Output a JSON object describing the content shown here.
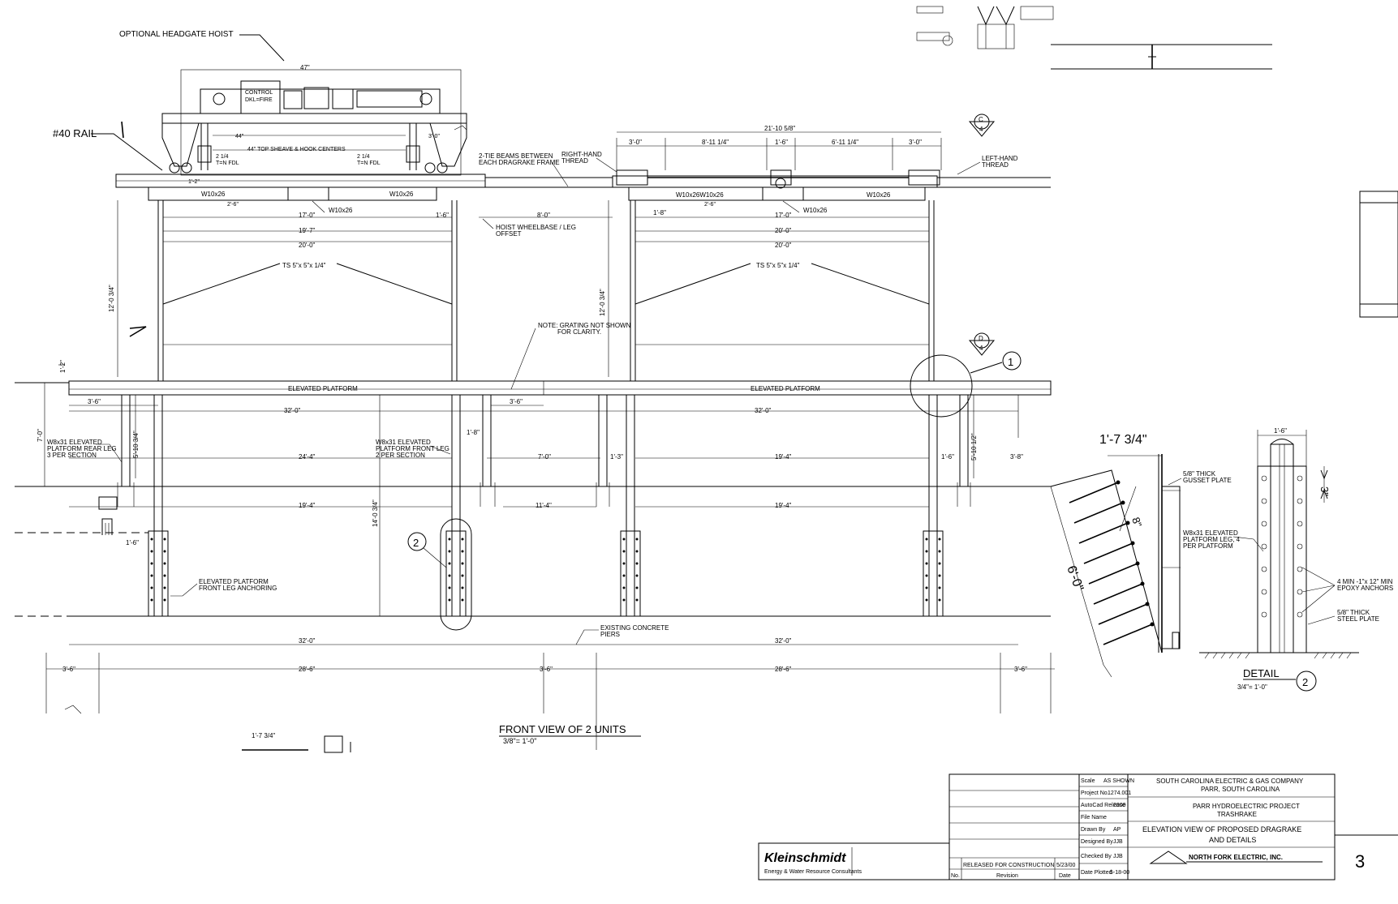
{
  "labels": {
    "optional_hoist": "OPTIONAL HEADGATE HOIST",
    "rail": "#40 RAIL",
    "control_panel_1": "CONTROL",
    "control_panel_2": "DKL=FIRE",
    "tie_beams_1": "2-TIE BEAMS BETWEEN",
    "tie_beams_2": "EACH DRAGRAKE FRAME",
    "right_hand_1": "RIGHT-HAND",
    "right_hand_2": "THREAD",
    "left_hand_1": "LEFT-HAND",
    "left_hand_2": "THREAD",
    "w10_a": "W10x26",
    "w10_b": "W10x26",
    "w10_c": "W10x26",
    "w10_d": "W10x26W10x26",
    "w10_e": "W10x26",
    "w10_f": "W10x26",
    "hoist_offset_1": "HOIST WHEELBASE / LEG",
    "hoist_offset_2": "OFFSET",
    "ts_left": "TS 5\"x 5\"x 1/4\"",
    "ts_right": "TS 5\"x 5\"x 1/4\"",
    "grating_1": "NOTE: GRATING NOT SHOWN",
    "grating_2": "FOR CLARITY.",
    "platform_left": "ELEVATED PLATFORM",
    "platform_right": "ELEVATED PLATFORM",
    "rear_leg_1": "W8x31 ELEVATED",
    "rear_leg_2": "PLATFORM REAR LEG",
    "rear_leg_3": "3 PER SECTION",
    "front_leg_1": "W8x31 ELEVATED",
    "front_leg_2": "PLATFORM FRONT LEG",
    "front_leg_3": "2 PER SECTION",
    "anchoring_1": "ELEVATED PLATFORM",
    "anchoring_2": "FRONT LEG ANCHORING",
    "piers_1": "EXISTING CONCRETE",
    "piers_2": "PIERS",
    "gusset_1": "5/8\" THICK",
    "gusset_2": "GUSSET PLATE",
    "leg_detail_1": "W8x31 ELEVATED",
    "leg_detail_2": "PLATFORM LEG, 4",
    "leg_detail_3": "PER PLATFORM",
    "epoxy_1": "4 MIN -1\"x 12\" MIN",
    "epoxy_2": "EPOXY ANCHORS",
    "steel_plate_1": "5/8\" THICK",
    "steel_plate_2": "STEEL PLATE",
    "tag_2_1_4": "2 1/4",
    "tag_ton": "T=N FDL"
  },
  "dimensions": {
    "d47": "47\"",
    "d44": "44\"",
    "d_span": "44\" TOP SHEAVE & HOOK CENTERS",
    "d21_10": "21'-10 5/8\"",
    "d3_0a": "3'-0\"",
    "d8_11": "8'-11 1/4\"",
    "d1_6top": "1'-6\"",
    "d6_11": "6'-11 1/4\"",
    "d3_0b": "3'-0\"",
    "d17_0a": "17'-0\"",
    "d1_6a": "1'-6\"",
    "d8_0": "8'-0\"",
    "d1_8a": "1'-8\"",
    "d17_0b": "17'-0\"",
    "d19_7": "19'-7\"",
    "d20_0a": "20'-0\"",
    "d20_0b": "20'-0\"",
    "d20_0c": "20'-0\"",
    "d12_0a": "12'-0 3/4\"",
    "d12_0b": "12'-0 3/4\"",
    "d1_2": "1'-2\"",
    "d7_0": "7'-0\"",
    "d3_6a": "3'-6\"",
    "d32_0a": "32'-0\"",
    "d3_6b": "3'-6\"",
    "d32_0b": "32'-0\"",
    "d5_10a": "5'-10 3/4\"",
    "d5_10b": "5'-10 1/2\"",
    "d1_8b": "1'-8\"",
    "d24_4": "24'-4\"",
    "d7_0b": "7'-0\"",
    "d1_3": "1'-3\"",
    "d19_4a": "19'-4\"",
    "d1_6b": "1'-6\"",
    "d3_8": "3'-8\"",
    "d14_0": "14'-0 3/4\"",
    "d19_4b": "19'-4\"",
    "d11_4": "11'-4\"",
    "d19_4c": "19'-4\"",
    "d1_6c": "1'-6\"",
    "d32_0c": "32'-0\"",
    "d32_0d": "32'-0\"",
    "d3_6c": "3'-6\"",
    "d28_6a": "28'-6\"",
    "d3_6d": "3'-6\"",
    "d28_6b": "28'-6\"",
    "d3_6e": "3'-6\"",
    "det_1_7": "1'-7 3/4\"",
    "det_8": "8\"",
    "det_6_0": "6'-0\"",
    "det_1_6": "1'-6\"",
    "det_3": "3\"",
    "small_1_7": "1'-7 3/4\""
  },
  "views": {
    "front_title": "FRONT VIEW OF 2 UNITS",
    "front_scale": "3/8\"= 1'-0\"",
    "detail_title": "DETAIL",
    "detail_num": "2",
    "detail_scale": "3/4\"= 1'-0\"",
    "callout_1": "1",
    "callout_2": "2",
    "section_c": "C",
    "section_d": "D",
    "section_sheet": "4"
  },
  "title_block": {
    "company": "Kleinschmidt",
    "company_sub": "Energy & Water Resource Consultants",
    "rev_text": "RELEASED FOR CONSTRUCTION",
    "rev_date": "5/23/00",
    "col_no": "No.",
    "col_revision": "Revision",
    "col_date": "Date",
    "scale_label": "Scale",
    "scale_val": "AS SHOWN",
    "project_label": "Project No.",
    "project_val": "1274.001",
    "autocad_label": "AutoCad Release",
    "autocad_val": "2000",
    "filename_label": "File Name",
    "drawn_label": "Drawn By",
    "drawn_val": "AP",
    "designed_label": "Designed By",
    "designed_val": "JJB",
    "checked_label": "Checked By",
    "checked_val": "JJB",
    "date_label": "Date Plotted",
    "date_val": "5-18-00",
    "client_1": "SOUTH CAROLINA ELECTRIC & GAS COMPANY",
    "client_2": "PARR, SOUTH CAROLINA",
    "project_1": "PARR HYDROELECTRIC PROJECT",
    "project_2": "TRASHRAKE",
    "drawing_1": "ELEVATION VIEW OF PROPOSED DRAGRAKE",
    "drawing_2": "AND DETAILS",
    "contractor": "NORTH FORK ELECTRIC, INC.",
    "sheet": "3"
  }
}
